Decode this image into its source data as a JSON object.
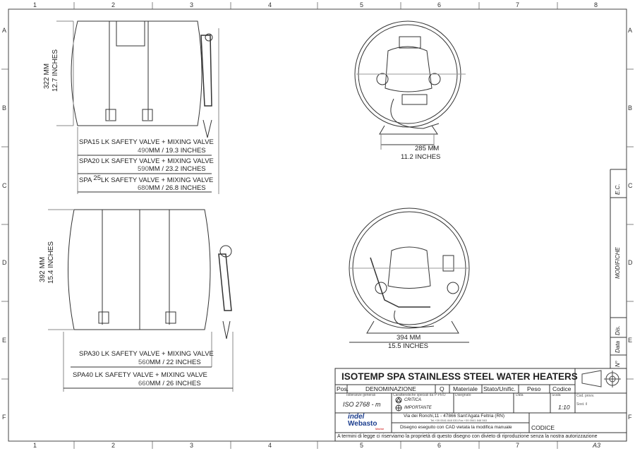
{
  "grid": {
    "columns": [
      "1",
      "2",
      "3",
      "4",
      "5",
      "6",
      "7",
      "8"
    ],
    "rows": [
      "A",
      "B",
      "C",
      "D",
      "E",
      "F"
    ],
    "sheet_size": "A3"
  },
  "top_view": {
    "height_mm": "322 MM",
    "height_in": "12.7 INCHES",
    "width_mm": "285 MM",
    "width_in": "11.2 INCHES",
    "models": [
      {
        "label": "SPA15 LK SAFETY VALVE + MIXING VALVE",
        "length_value": "490",
        "length_rest": "MM / 19.3 INCHES"
      },
      {
        "label": "SPA20 LK SAFETY VALVE + MIXING VALVE",
        "length_value": "590",
        "length_rest": "MM / 23.2 INCHES"
      },
      {
        "label_prefix": "SPA",
        "label_super": "25",
        "label_suffix": "LK SAFETY VALVE + MIXING VALVE",
        "length_value": "680",
        "length_rest": "MM / 26.8 INCHES"
      }
    ]
  },
  "bottom_view": {
    "height_mm": "392 MM",
    "height_in": "15.4 INCHES",
    "width_mm": "394 MM",
    "width_in": "15.5 INCHES",
    "models": [
      {
        "label": "SPA30 LK SAFETY VALVE + MIXING VALVE",
        "length_value": "560",
        "length_rest": "MM / 22 INCHES"
      },
      {
        "label": "SPA40 LK SAFETY VALVE + MIXING VALVE",
        "length_value": "660",
        "length_rest": "MM / 26 INCHES"
      }
    ]
  },
  "revision_column": {
    "ec": "E.C.",
    "modifiche": "MODIFICHE",
    "dis": "Dis.",
    "data": "Data",
    "n": "N°"
  },
  "title_block": {
    "title": "ISOTEMP SPA STAINLESS STEEL WATER HEATERS",
    "headers": [
      "Pos.",
      "DENOMINAZIONE",
      "Q",
      "Materiale",
      "Stato/Unific.",
      "Peso",
      "Codice"
    ],
    "tolerances_label": "Tolleranze generali",
    "tolerances_value": "ISO 2768 - m",
    "special_label": "Caratteristiche speciali da P-PRO",
    "critica": "CRITICA",
    "importante": "IMPORTANTE",
    "disegnato_label": "Disegnato",
    "data_label": "Data",
    "scala_label": "Scala",
    "scala_value": "1:10",
    "cod_prov_label": "Cod. provv.",
    "sost_label": "Sost. il",
    "logo_top": "indel",
    "logo_bottom": "Webasto",
    "logo_sub": "Marine",
    "address": "Via dei Ronchi,11 - 47866 Sant'Agata Feltria (RN)",
    "phone": "Tel.+39 0541 848 030-Fax +39 0541 848 563",
    "cad_note": "Disegno eseguito con CAD vietata la modifica manuale",
    "codice": "CODICE",
    "legal": "A termini di legge ci riserviamo la proprietà di questo disegno con divieto di riproduzione senza la nostra autorizzazione"
  }
}
